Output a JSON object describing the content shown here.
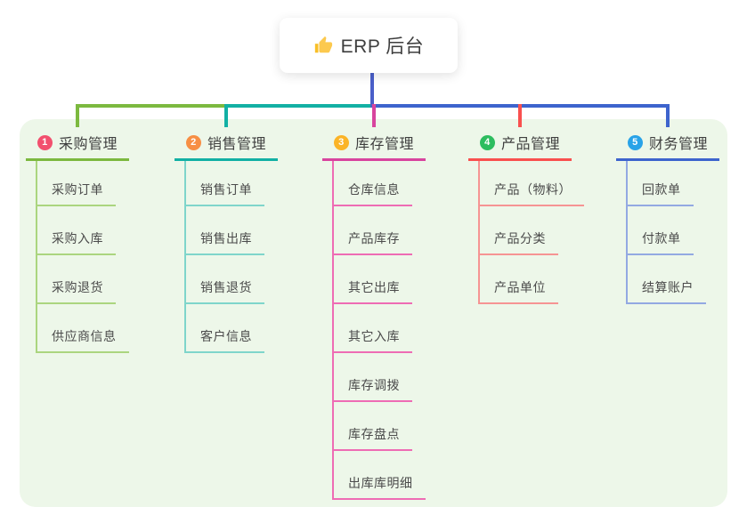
{
  "root": {
    "label": "ERP 后台",
    "icon": "thumbs-up-icon",
    "icon_color": "#f8bf27"
  },
  "colors": {
    "panel_background": "#edf7e9",
    "card_background": "#ffffff",
    "trunk_line": "#4a5fc9",
    "title_text": "#3f3f3f",
    "child_text": "#4b4b4b"
  },
  "branches": [
    {
      "badge": "1",
      "badge_color": "#f2506e",
      "line_color": "#7cb93f",
      "child_line_color": "#abd57f",
      "label": "采购管理",
      "children": [
        "采购订单",
        "采购入库",
        "采购退货",
        "供应商信息"
      ]
    },
    {
      "badge": "2",
      "badge_color": "#f78f44",
      "line_color": "#12b0a4",
      "child_line_color": "#7fd5cb",
      "label": "销售管理",
      "children": [
        "销售订单",
        "销售出库",
        "销售退货",
        "客户信息"
      ]
    },
    {
      "badge": "3",
      "badge_color": "#fbb427",
      "line_color": "#d8449e",
      "child_line_color": "#ee6cb4",
      "label": "库存管理",
      "children": [
        "仓库信息",
        "产品库存",
        "其它出库",
        "其它入库",
        "库存调拨",
        "库存盘点",
        "出库库明细"
      ]
    },
    {
      "badge": "4",
      "badge_color": "#2dbd5f",
      "line_color": "#f9504e",
      "child_line_color": "#f69493",
      "label": "产品管理",
      "children": [
        "产品（物料）",
        "产品分类",
        "产品单位"
      ]
    },
    {
      "badge": "5",
      "badge_color": "#29a3e8",
      "line_color": "#3d64cd",
      "child_line_color": "#93a9e2",
      "label": "财务管理",
      "children": [
        "回款单",
        "付款单",
        "结算账户"
      ]
    }
  ]
}
